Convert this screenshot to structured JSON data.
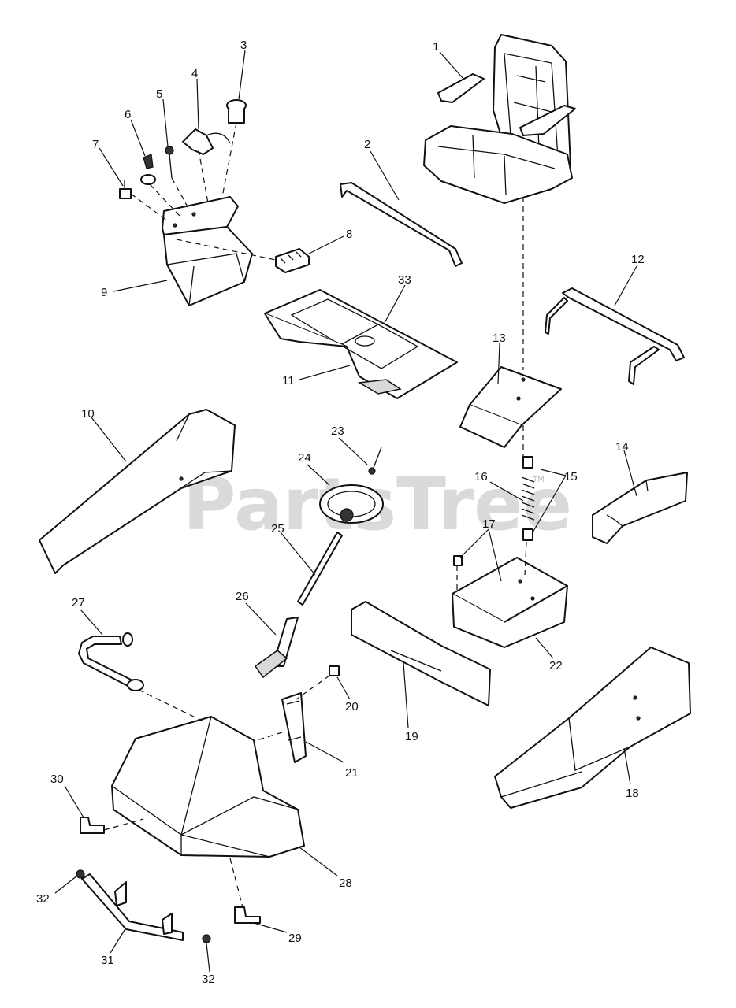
{
  "watermark": {
    "text": "PartsTree",
    "trademark": "TM"
  },
  "callouts": [
    "1",
    "2",
    "3",
    "4",
    "5",
    "6",
    "7",
    "8",
    "9",
    "10",
    "11",
    "12",
    "13",
    "14",
    "15",
    "16",
    "17",
    "18",
    "19",
    "20",
    "21",
    "22",
    "23",
    "24",
    "25",
    "26",
    "27",
    "28",
    "29",
    "30",
    "31",
    "32",
    "32",
    "33"
  ]
}
